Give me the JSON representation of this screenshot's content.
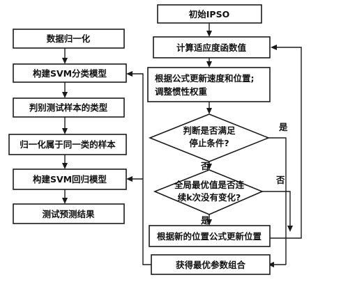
{
  "left_column": {
    "normalize_data": "数据归一化",
    "build_svm_classifier": "构建SVM分类模型",
    "classify_test_samples": "判别测试样本的类型",
    "normalize_same_class": "归一化属于同一类的样本",
    "build_svm_regression": "构建SVM回归模型",
    "test_prediction": "测试预测结果"
  },
  "right_column": {
    "init_ipso": "初始IPSO",
    "compute_fitness": "计算适应度函数值",
    "update_velocity_line1": "根据公式更新速度和位置;",
    "update_velocity_line2": "调整惯性权重",
    "stop_condition_line1": "判断是否满足",
    "stop_condition_line2": "停止条件?",
    "global_best_line1": "全局最优值是否连",
    "global_best_line2": "续k次没有变化?",
    "update_position": "根据新的位置公式更新位置",
    "get_optimal_params": "获得最优参数组合"
  },
  "edge_labels": {
    "stop_yes": "是",
    "stop_no": "否",
    "global_yes": "是",
    "global_no": "否"
  }
}
